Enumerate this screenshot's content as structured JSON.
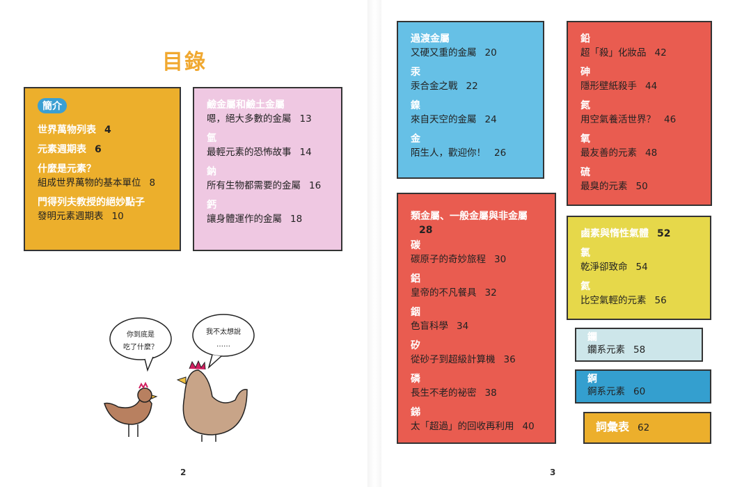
{
  "title": "目錄",
  "page_left": "2",
  "page_right": "3",
  "intro": {
    "badge": "簡介",
    "items": [
      {
        "head": "世界萬物列表",
        "page": "4"
      },
      {
        "head": "元素週期表",
        "page": "6"
      },
      {
        "head": "什麼是元素？",
        "sub": "組成世界萬物的基本單位",
        "page": "8"
      },
      {
        "head": "門得列夫教授的絕妙點子",
        "sub": "發明元素週期表",
        "page": "10"
      }
    ]
  },
  "alkali": {
    "items": [
      {
        "head": "鹼金屬和鹼土金屬",
        "sub": "嗯，絕大多數的金屬",
        "page": "13"
      },
      {
        "head": "氫",
        "sub": "最輕元素的恐怖故事",
        "page": "14"
      },
      {
        "head": "鈉",
        "sub": "所有生物都需要的金屬",
        "page": "16"
      },
      {
        "head": "鈣",
        "sub": "讓身體運作的金屬",
        "page": "18"
      }
    ]
  },
  "transition": {
    "items": [
      {
        "head": "過渡金屬",
        "sub": "又硬又重的金屬",
        "page": "20"
      },
      {
        "head": "汞",
        "sub": "汞合金之戰",
        "page": "22"
      },
      {
        "head": "鎳",
        "sub": "來自天空的金屬",
        "page": "24"
      },
      {
        "head": "金",
        "sub": "陌生人，歡迎你！",
        "page": "26"
      }
    ]
  },
  "nonmetal_right": {
    "items": [
      {
        "head": "鉛",
        "sub": "超「殺」化妝品",
        "page": "42"
      },
      {
        "head": "砷",
        "sub": "隱形壁紙殺手",
        "page": "44"
      },
      {
        "head": "氮",
        "sub": "用空氣養活世界？",
        "page": "46"
      },
      {
        "head": "氧",
        "sub": "最友善的元素",
        "page": "48"
      },
      {
        "head": "硫",
        "sub": "最臭的元素",
        "page": "50"
      }
    ]
  },
  "metalloid": {
    "head": "類金屬、一般金屬與非金屬",
    "page": "28",
    "items": [
      {
        "head": "碳",
        "sub": "碳原子的奇妙旅程",
        "page": "30"
      },
      {
        "head": "鋁",
        "sub": "皇帝的不凡餐具",
        "page": "32"
      },
      {
        "head": "銦",
        "sub": "色盲科學",
        "page": "34"
      },
      {
        "head": "矽",
        "sub": "從砂子到超級計算機",
        "page": "36"
      },
      {
        "head": "磷",
        "sub": "長生不老的祕密",
        "page": "38"
      },
      {
        "head": "銻",
        "sub": "太「超過」的回收再利用",
        "page": "40"
      }
    ]
  },
  "halogen": {
    "head": "鹵素與惰性氣體",
    "page": "52",
    "items": [
      {
        "head": "氯",
        "sub": "乾淨卻致命",
        "page": "54"
      },
      {
        "head": "氦",
        "sub": "比空氣輕的元素",
        "page": "56"
      }
    ]
  },
  "lanthanide": {
    "head": "鑭",
    "sub": "鑭系元素",
    "page": "58"
  },
  "actinide": {
    "head": "錒",
    "sub": "錒系元素",
    "page": "60"
  },
  "glossary": {
    "head": "詞彙表",
    "page": "62"
  },
  "bubbles": {
    "left": [
      "你到底是",
      "吃了什麼？"
    ],
    "right": [
      "我不太想說",
      "……"
    ]
  },
  "colors": {
    "orange": "#ecaf2c",
    "pink": "#efc8e2",
    "sky": "#66c0e6",
    "red": "#e95c50",
    "yellow": "#e6d84a",
    "pale": "#cde6ea",
    "blue": "#349fcf"
  }
}
